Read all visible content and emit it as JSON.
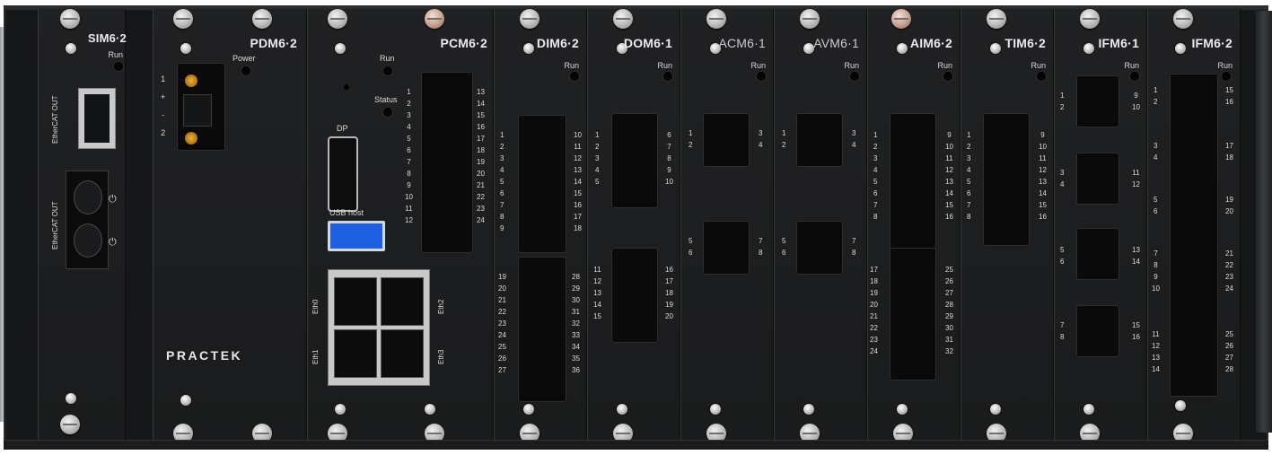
{
  "brand": "PRACTEK",
  "modules": {
    "sim": {
      "name": "SIM6·2",
      "run": "Run",
      "ethercat_out_a": "EtherCAT OUT",
      "ethercat_out_b": "EtherCAT OUT"
    },
    "pdm": {
      "name": "PDM6·2",
      "power": "Power",
      "pins": [
        "1",
        "+",
        "-",
        "2"
      ]
    },
    "pcm": {
      "name": "PCM6·2",
      "run": "Run",
      "status": "Status",
      "dp": "DP",
      "usb": "USB host",
      "eth0": "Eth0",
      "eth1": "Eth1",
      "eth2": "Eth2",
      "eth3": "Eth3",
      "left_nums": "1\n2\n3\n4\n5\n6\n7\n8\n9\n10\n11\n12",
      "right_nums": "13\n14\n15\n16\n17\n18\n19\n20\n21\n22\n23\n24"
    },
    "dim": {
      "name": "DIM6·2",
      "run": "Run",
      "a_left": "1\n2\n3\n4\n5\n6\n7\n8\n9",
      "a_right": "10\n11\n12\n13\n14\n15\n16\n17\n18",
      "b_left": "19\n20\n21\n22\n23\n24\n25\n26\n27",
      "b_right": "28\n29\n30\n31\n32\n33\n34\n35\n36"
    },
    "dom": {
      "name": "DOM6·1",
      "run": "Run",
      "a_left": "1\n2\n3\n4\n5",
      "a_right": "6\n7\n8\n9\n10",
      "b_left": "11\n12\n13\n14\n15",
      "b_right": "16\n17\n18\n19\n20"
    },
    "acm": {
      "name": "ACM6·1",
      "run": "Run",
      "a_left": "1\n2",
      "a_right": "3\n4",
      "b_left": "5\n6",
      "b_right": "7\n8"
    },
    "avm": {
      "name": "AVM6·1",
      "run": "Run",
      "a_left": "1\n2",
      "a_right": "3\n4",
      "b_left": "5\n6",
      "b_right": "7\n8"
    },
    "aim": {
      "name": "AIM6·2",
      "run": "Run",
      "a_left": "1\n2\n3\n4\n5\n6\n7\n8",
      "a_right": "9\n10\n11\n12\n13\n14\n15\n16",
      "b_left": "17\n18\n19\n20\n21\n22\n23\n24",
      "b_right": "25\n26\n27\n28\n29\n30\n31\n32"
    },
    "tim": {
      "name": "TIM6·2",
      "run": "Run",
      "a_left": "1\n2\n3\n4\n5\n6\n7\n8",
      "a_right": "9\n10\n11\n12\n13\n14\n15\n16"
    },
    "ifm1": {
      "name": "IFM6·1",
      "run": "Run",
      "g1_l": "1\n2",
      "g1_r": "9\n10",
      "g2_l": "3\n4",
      "g2_r": "11\n12",
      "g3_l": "5\n6",
      "g3_r": "13\n14",
      "g4_l": "7\n8",
      "g4_r": "15\n16"
    },
    "ifm2": {
      "name": "IFM6·2",
      "run": "Run",
      "g1_l": "1\n2",
      "g1_r": "15\n16",
      "g2_l": "3\n4",
      "g2_r": "17\n18",
      "g3_l": "5\n6",
      "g3_r": "19\n20",
      "g4_l": "7\n8\n9\n10",
      "g4_r": "21\n22\n23\n24",
      "g5_l": "11\n12\n13\n14",
      "g5_r": "25\n26\n27\n28"
    }
  }
}
